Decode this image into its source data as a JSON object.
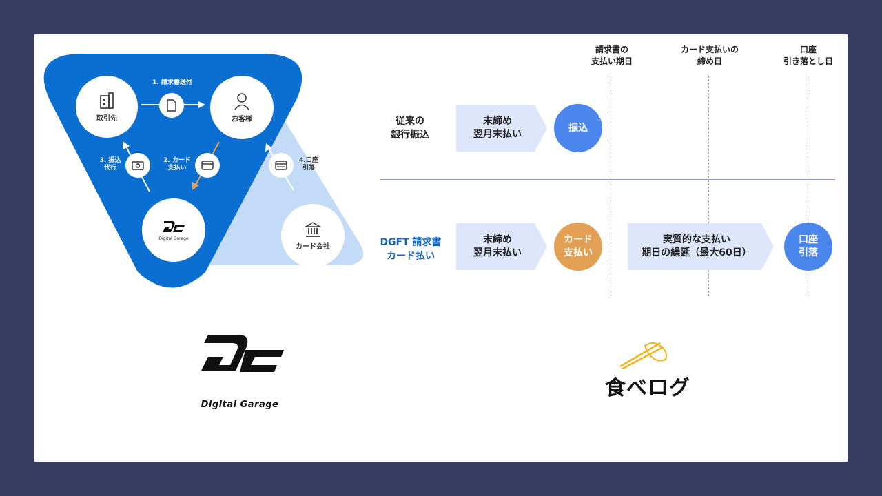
{
  "diagram": {
    "nodes": {
      "supplier": "取引先",
      "customer": "お客様",
      "company": "Digital Garage",
      "card_company": "カード会社"
    },
    "steps": {
      "step1": "1. 請求書送付",
      "step2_line1": "2. カード",
      "step2_line2": "支払い",
      "step3_line1": "3. 振込",
      "step3_line2": "代行",
      "step4_line1": "4.口座",
      "step4_line2": "引落"
    },
    "colors": {
      "primary_blue": "#0b6fd1",
      "light_blue": "#c4dbf7",
      "orange": "#e2a055"
    }
  },
  "timeline": {
    "columns": [
      {
        "line1": "請求書の",
        "line2": "支払い期日"
      },
      {
        "line1": "カード支払いの",
        "line2": "締め日"
      },
      {
        "line1": "口座",
        "line2": "引き落とし日"
      }
    ],
    "rows": [
      {
        "label_line1": "従来の",
        "label_line2": "銀行振込",
        "chevron_line1": "末締め",
        "chevron_line2": "翌月末払い",
        "circle": "振込"
      },
      {
        "label_line1": "DGFT 請求書",
        "label_line2": "カード払い",
        "chevron_line1": "末締め",
        "chevron_line2": "翌月末払い",
        "circle_line1": "カード",
        "circle_line2": "支払い",
        "chevron2_line1": "実質的な支払い",
        "chevron2_line2": "期日の繰延（最大60日）",
        "circle2_line1": "口座",
        "circle2_line2": "引落"
      }
    ]
  },
  "logos": {
    "digital_garage": "Digital Garage",
    "tabelog": "食べログ"
  }
}
